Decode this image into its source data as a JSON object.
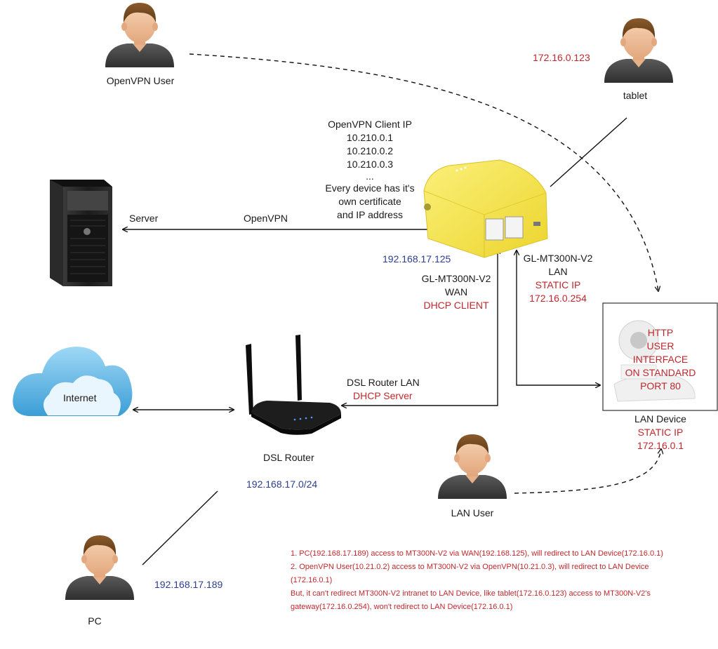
{
  "colors": {
    "black": "#1a1a1a",
    "red": "#c0282d",
    "blue": "#2c3e8f",
    "router_yellow": "#f4e34a",
    "cloud": "#5cb6e6"
  },
  "people": {
    "openvpn_user": "OpenVPN User",
    "tablet": "tablet",
    "lan_user": "LAN User",
    "pc": "PC"
  },
  "labels": {
    "tablet_ip": "172.16.0.123",
    "server": "Server",
    "openvpn": "OpenVPN",
    "openvpn_client_block": [
      "OpenVPN Client IP",
      "10.210.0.1",
      "10.210.0.2",
      "10.210.0.3",
      "...",
      "Every device has it's",
      "own certificate",
      "and IP address"
    ],
    "wan_ip": "192.168.17.125",
    "wan_block": {
      "line1": "GL-MT300N-V2",
      "line2": "WAN",
      "line3": "DHCP CLIENT"
    },
    "lan_block": {
      "line1": "GL-MT300N-V2",
      "line2": "LAN",
      "line3": "STATIC IP",
      "line4": "172.16.0.254"
    },
    "http_block": [
      "HTTP",
      "USER",
      "INTERFACE",
      "ON STANDARD",
      "PORT 80"
    ],
    "lan_device": {
      "line1": "LAN Device",
      "line2": "STATIC IP",
      "line3": "172.16.0.1"
    },
    "internet": "Internet",
    "dsl_router_lan": "DSL Router LAN",
    "dhcp_server": "DHCP Server",
    "dsl_router": "DSL Router",
    "dsl_subnet": "192.168.17.0/24",
    "pc_ip": "192.168.17.189"
  },
  "notes": [
    "1. PC(192.168.17.189) access to MT300N-V2 via WAN(192.168.125), will redirect to LAN Device(172.16.0.1)",
    "2. OpenVPN User(10.21.0.2) access to MT300N-V2 via OpenVPN(10.21.0.3), will redirect to LAN Device",
    "(172.16.0.1)",
    "But, it can't redirect MT300N-V2 intranet to LAN Device, like tablet(172.16.0.123) access to MT300N-V2's",
    "gateway(172.16.0.254), won't redirect to LAN Device(172.16.0.1)"
  ]
}
